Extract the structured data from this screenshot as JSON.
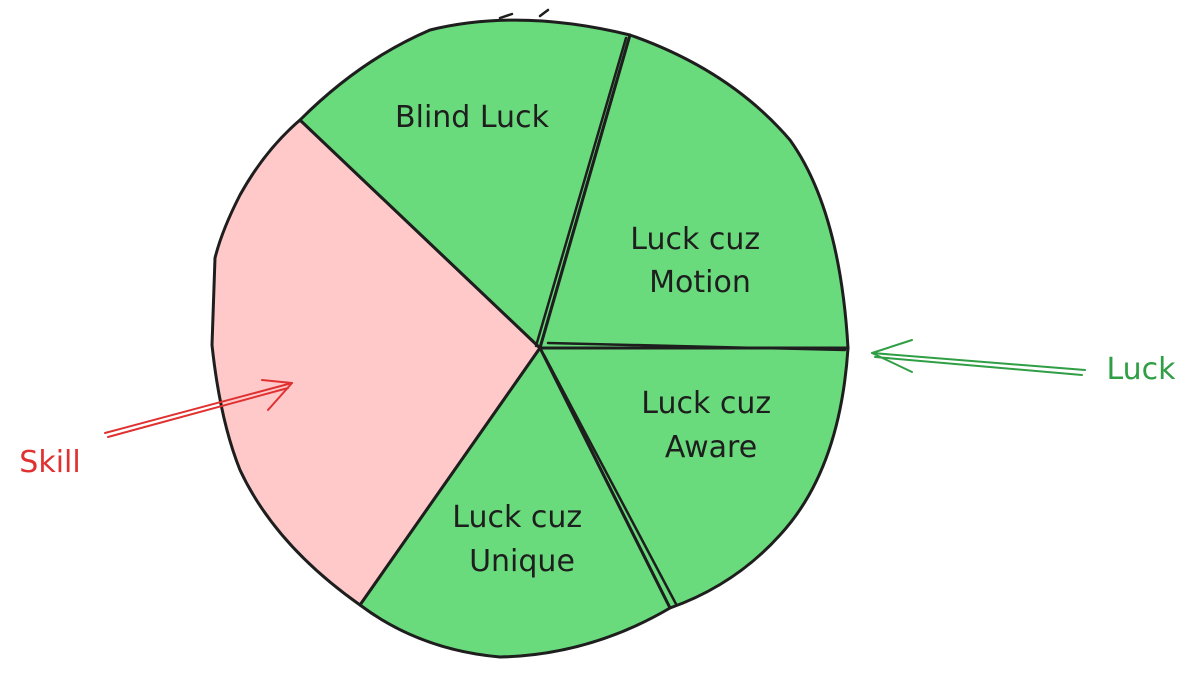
{
  "diagram": {
    "segments": [
      {
        "id": "skill",
        "label": "",
        "fill": "#ffc9c9",
        "kind": "skill"
      },
      {
        "id": "blind",
        "label_lines": [
          "Blind Luck"
        ],
        "fill": "#69db7c",
        "kind": "luck"
      },
      {
        "id": "motion",
        "label_lines": [
          "Luck cuz",
          "Motion"
        ],
        "fill": "#69db7c",
        "kind": "luck"
      },
      {
        "id": "aware",
        "label_lines": [
          "Luck cuz",
          "Aware"
        ],
        "fill": "#69db7c",
        "kind": "luck"
      },
      {
        "id": "unique",
        "label_lines": [
          "Luck cuz",
          "Unique"
        ],
        "fill": "#69db7c",
        "kind": "luck"
      }
    ],
    "callouts": {
      "skill": {
        "text": "Skill",
        "color": "#e03131"
      },
      "luck": {
        "text": "Luck",
        "color": "#2f9e44"
      }
    },
    "stroke_color": "#1e1e1e"
  }
}
